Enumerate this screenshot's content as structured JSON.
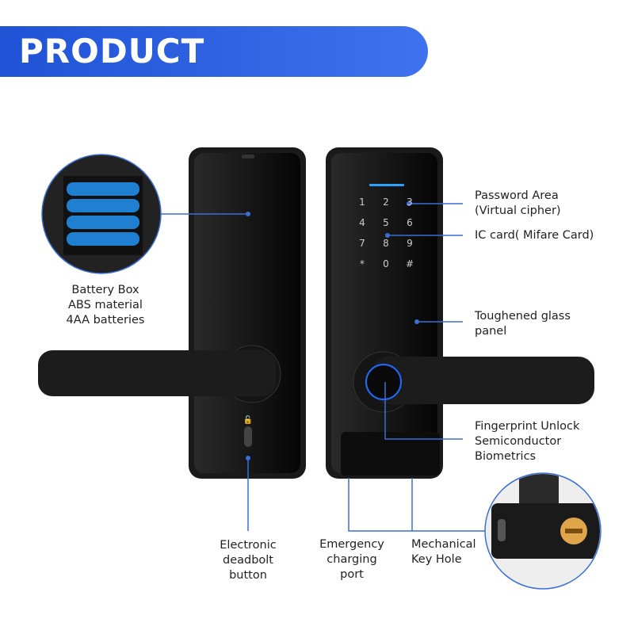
{
  "banner": {
    "title": "PRODUCT STRUCTURE"
  },
  "keypad": [
    "1",
    "2",
    "3",
    "4",
    "5",
    "6",
    "7",
    "8",
    "9",
    "*",
    "0",
    "#"
  ],
  "callouts": {
    "battery": [
      "Battery Box",
      "ABS material",
      "4AA batteries"
    ],
    "password": [
      "Password Area",
      "(Virtual cipher)"
    ],
    "ic_card": "IC card( Mifare Card)",
    "glass": [
      "Toughened glass",
      "panel"
    ],
    "fingerprint": [
      "Fingerprint Unlock",
      "Semiconductor",
      "Biometrics"
    ],
    "deadbolt": [
      "Electronic",
      "deadbolt",
      "button"
    ],
    "charging": [
      "Emergency",
      "charging",
      "port"
    ],
    "keyhole": [
      "Mechanical",
      "Key Hole"
    ]
  },
  "colors": {
    "accent": "#2f62e0",
    "line": "#3a6fd8",
    "lock": "#111111"
  }
}
